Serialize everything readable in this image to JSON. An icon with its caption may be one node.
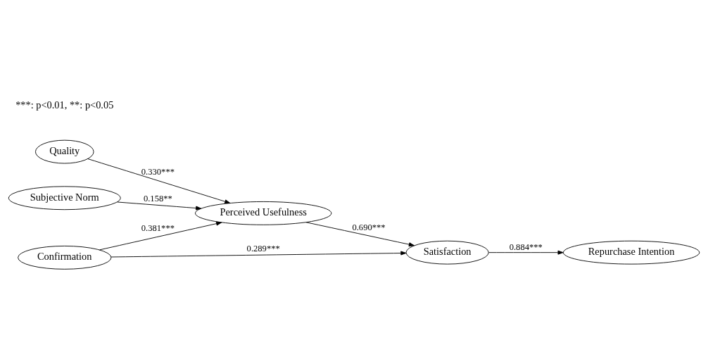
{
  "diagram": {
    "nodes": [
      {
        "text": [
          "Subjective Norm"
        ]
      },
      {
        "text": [
          "Quality"
        ]
      },
      {
        "text": [
          "Perceived Usefulness"
        ]
      },
      {
        "text": [
          "Satisfaction"
        ]
      },
      {
        "text": [
          "Repurchase Intention"
        ]
      },
      {
        "text": [
          "Confirmation"
        ]
      }
    ],
    "edges": [
      {
        "from": 0,
        "to": 2,
        "arrow": "to",
        "label": "0.158**"
      },
      {
        "from": 1,
        "to": 2,
        "arrow": "to",
        "label": "0.330***"
      },
      {
        "from": 5,
        "to": 2,
        "arrow": "to",
        "label": "0.381***"
      },
      {
        "from": 2,
        "to": 3,
        "arrow": "to",
        "label": "0.690***"
      },
      {
        "from": 3,
        "to": 4,
        "arrow": "to",
        "label": "0.884***"
      },
      {
        "from": 5,
        "to": 3,
        "arrow": "to",
        "label": "0.289***"
      }
    ],
    "labels": [
      "***: p<0.01, **: p<0.05"
    ]
  }
}
